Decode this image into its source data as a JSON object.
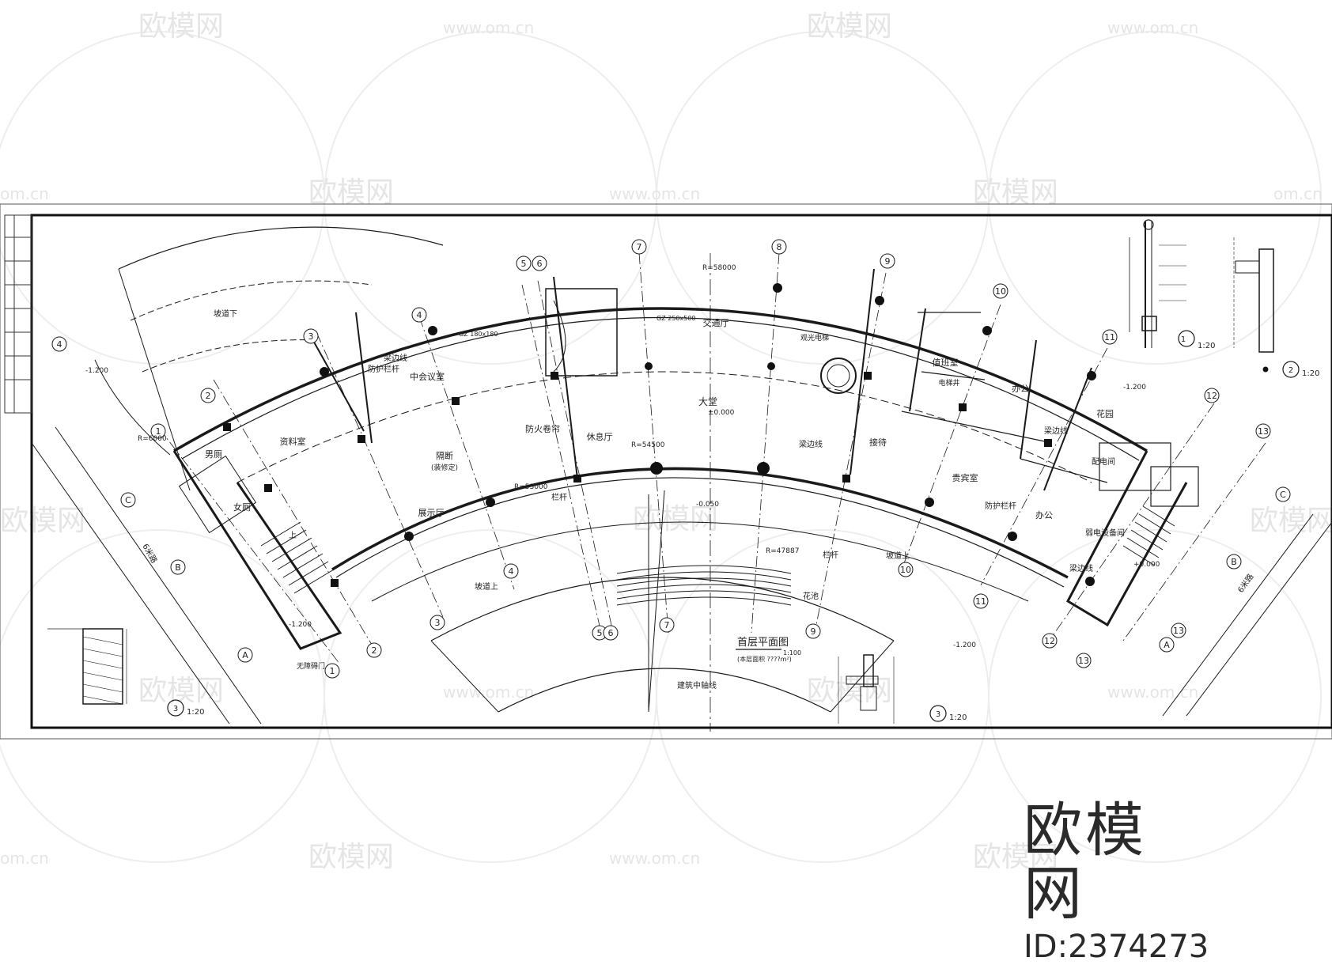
{
  "watermark": {
    "brand": "欧模网",
    "site": "www.om.cn",
    "site_short": "om.cn"
  },
  "brand_block": {
    "name": "欧模网",
    "id": "ID:2374273"
  },
  "drawing": {
    "title": "首层平面图",
    "scale": "1:100",
    "area_note": "(本层面积 ????m²)",
    "rooms": {
      "archive": "资料室",
      "men_toilet": "男厕",
      "women_toilet": "女厕",
      "meeting": "中会议室",
      "partition": "隔断",
      "partition_note": "(装修定)",
      "exhibition": "展示厅",
      "rest_hall": "休息厅",
      "fire_shutter": "防火卷帘",
      "lobby": "大堂",
      "traffic_hall": "交通厅",
      "duty": "值班室",
      "office1": "办公",
      "office2": "办公",
      "reception": "接待",
      "vip": "贵宾室",
      "garden": "花园",
      "power_room": "弱电设备间",
      "dist_room": "配电间",
      "sightseeing_elevator": "观光电梯",
      "elev_shaft": "电梯井"
    },
    "labels": {
      "beam_line1": "梁边线",
      "beam_line2": "梁边线",
      "beam_line3": "梁边线",
      "beam_line4": "梁边线",
      "railing1": "防护栏杆",
      "railing2": "防护栏杆",
      "railing3": "栏杆",
      "railing4": "栏杆",
      "axis_line": "建筑中轴线",
      "ramp_up": "坡道上",
      "ramp_up2": "坡道上",
      "ramp_down": "坡道下",
      "road_left": "6米路",
      "road_right": "6米路",
      "flower_box": "花池",
      "barrier_free": "无障碍门",
      "upstairs": "上",
      "col_note": "GZ 180x180",
      "col_note2": "GZ 250x500",
      "r1": "R=6000",
      "r2": "R=53000",
      "r3": "R=54500",
      "r4": "R=47887",
      "r5": "R=58000"
    },
    "levels": {
      "l1": "±0.000",
      "l2": "-1.200",
      "l3": "-1.200",
      "l4": "-1.200",
      "l5": "-0.050",
      "l6": "-1.200",
      "l7": "+0.000"
    },
    "axes": [
      "1",
      "2",
      "3",
      "4",
      "5",
      "6",
      "7",
      "8",
      "9",
      "10",
      "11",
      "12",
      "13"
    ],
    "axes_letters": [
      "A",
      "B",
      "C"
    ],
    "details": {
      "d1": "1:20",
      "d2": "1:20",
      "d3": "1:20",
      "d4": "1:20",
      "d1n": "1",
      "d2n": "2",
      "d3n": "3",
      "d4n": "3"
    }
  },
  "colors": {
    "line": "#1a1a1a",
    "watermark": "#e3e3e3",
    "background": "#ffffff"
  }
}
